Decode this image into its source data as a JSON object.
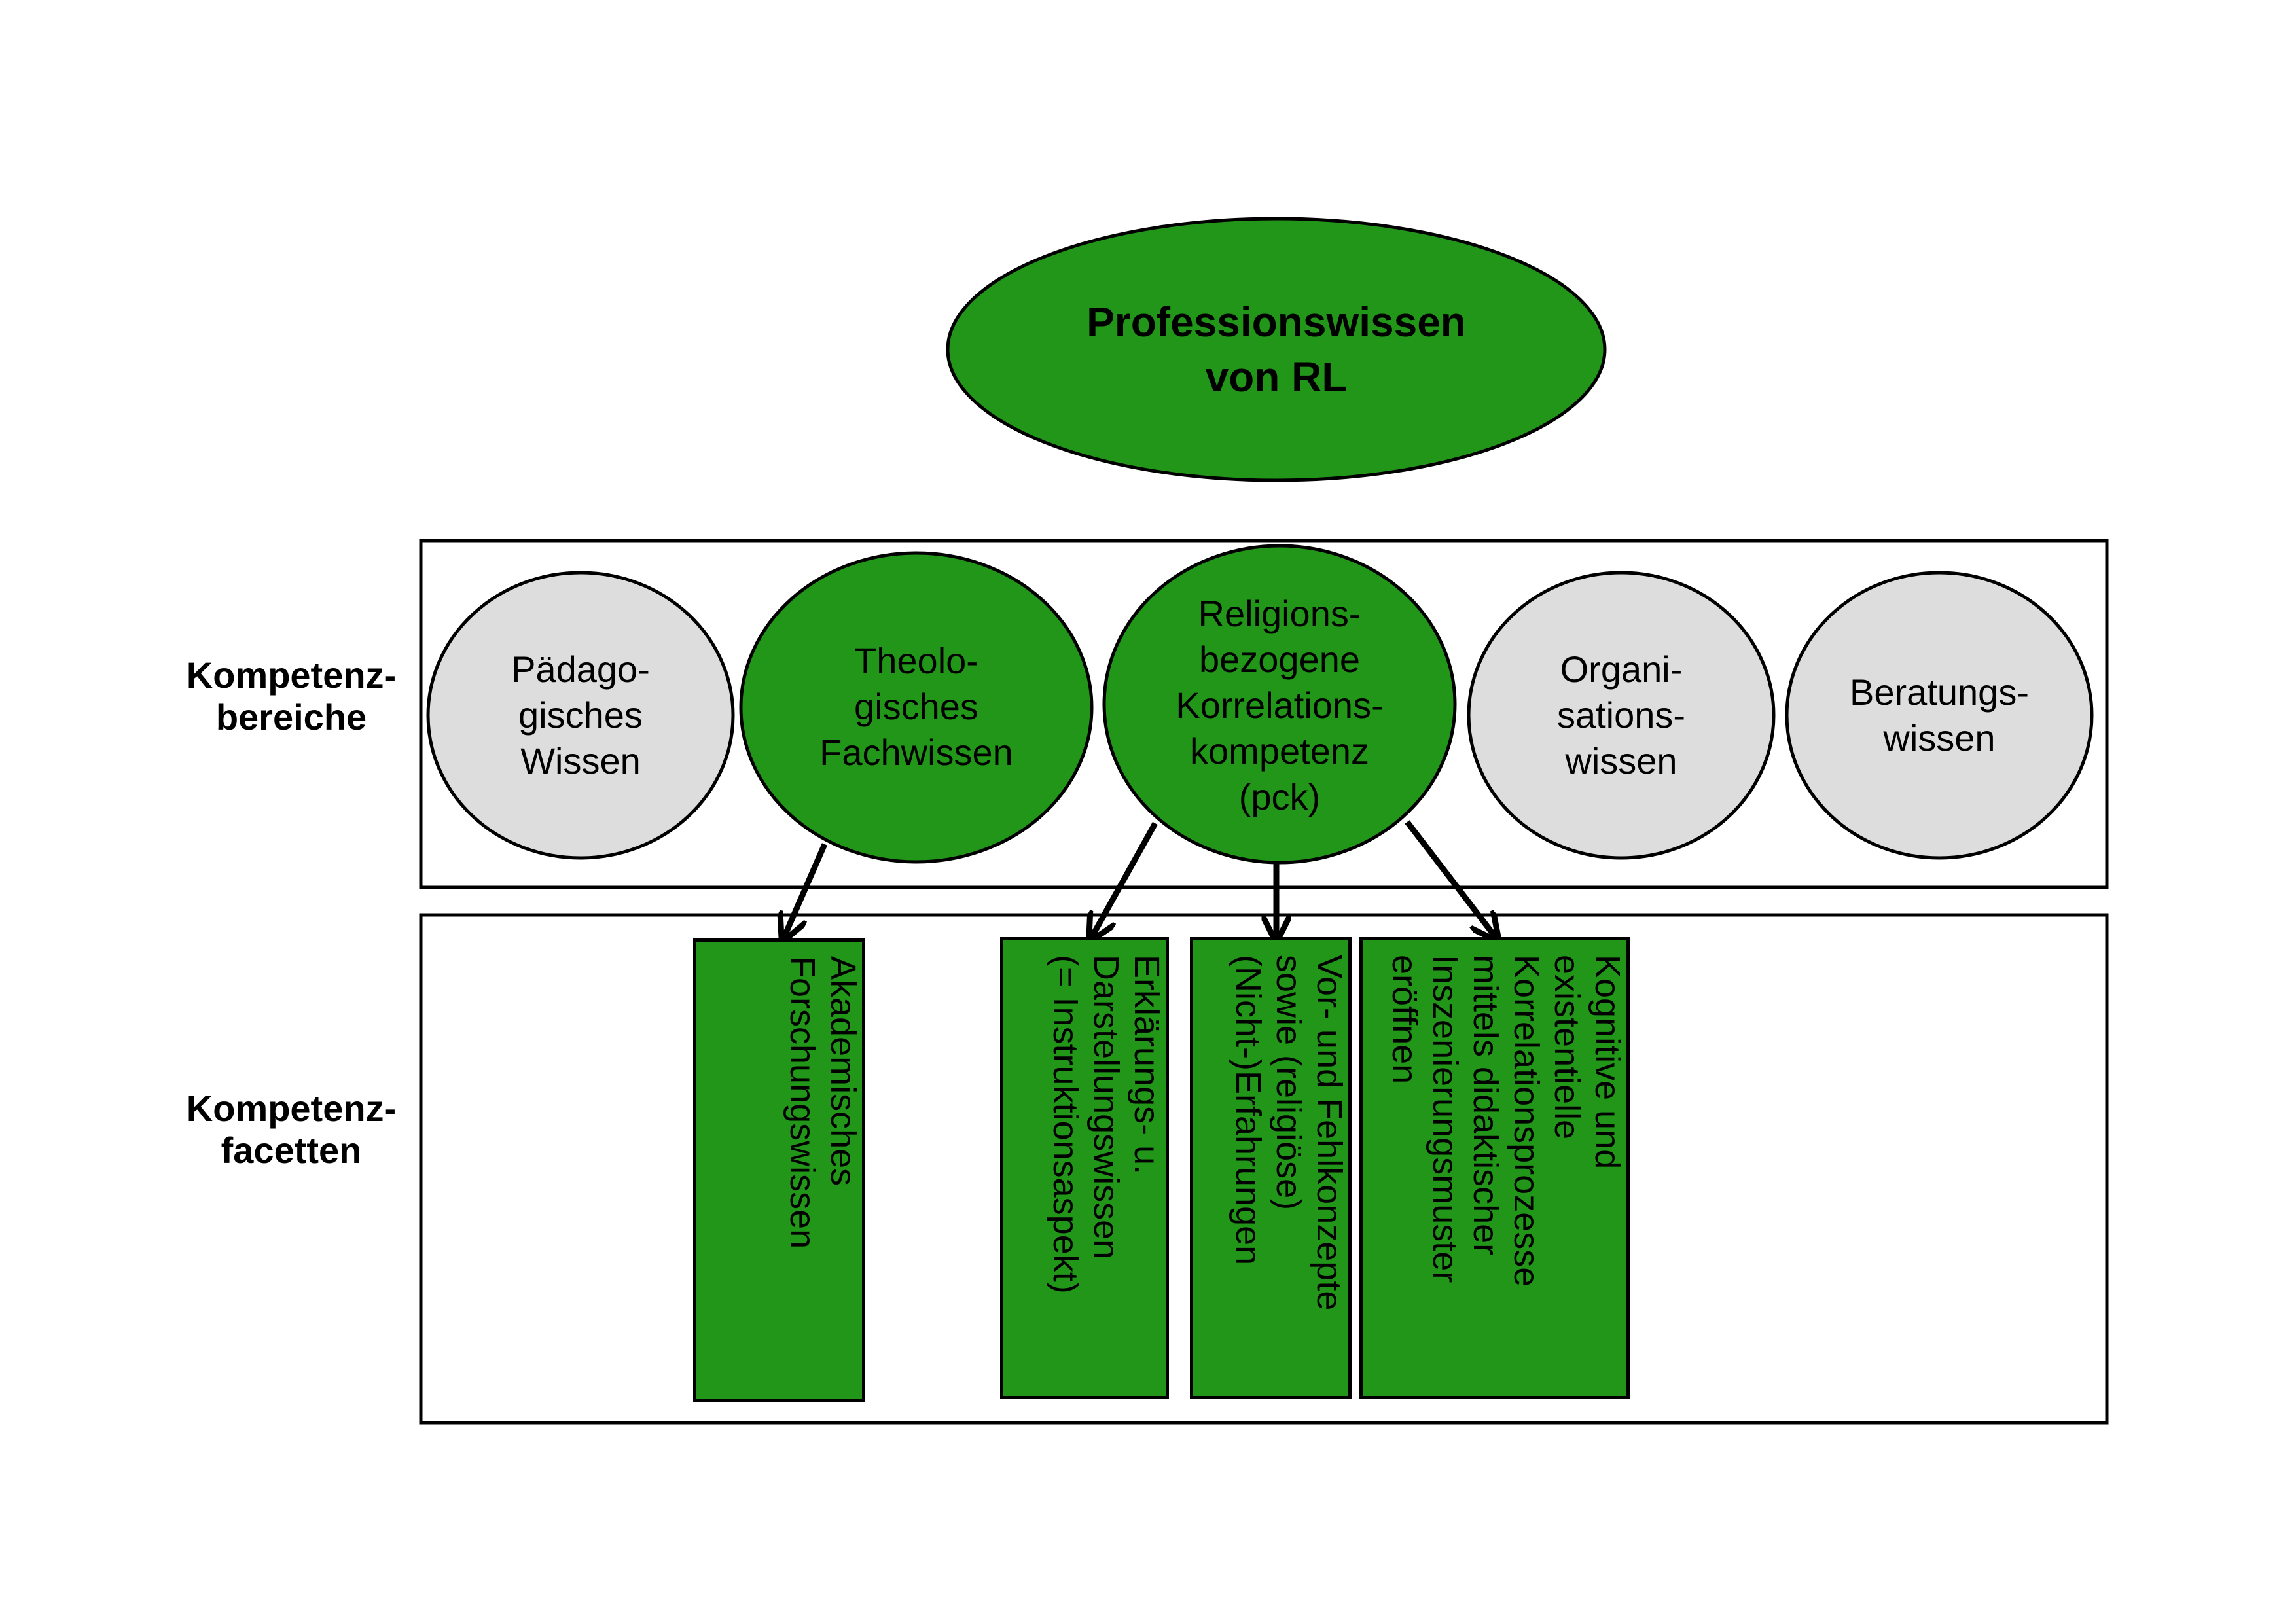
{
  "colors": {
    "green": "#219619",
    "grey": "#dddddd",
    "stroke": "#000000"
  },
  "title": "Professionswissen\nvon RL",
  "rows": {
    "bereiche": "Kompetenz-\nbereiche",
    "facetten": "Kompetenz-\nfacetten"
  },
  "bereiche": [
    {
      "label": "Pädago-\ngisches\nWissen",
      "highlight": false
    },
    {
      "label": "Theolo-\ngisches\nFachwissen",
      "highlight": true
    },
    {
      "label": "Religions-\nbezogene\nKorrelations-\nkompetenz\n(pck)",
      "highlight": true
    },
    {
      "label": "Organi-\nsations-\nwissen",
      "highlight": false
    },
    {
      "label": "Beratungs-\nwissen",
      "highlight": false
    }
  ],
  "facetten": [
    {
      "label": "Akademisches\nForschungswissen"
    },
    {
      "label": "Erklärungs- u.\nDarstellungswissen\n(= Instruktionsaspekt)"
    },
    {
      "label": "Vor- und Fehlkonzepte\nsowie (religiöse)\n(Nicht-)Erfahrungen"
    },
    {
      "label": "Kognitive und\nexistentielle\nKorrelationsprozesse\nmittels didaktischer\nInszenierungsmuster\neröffnen"
    }
  ]
}
